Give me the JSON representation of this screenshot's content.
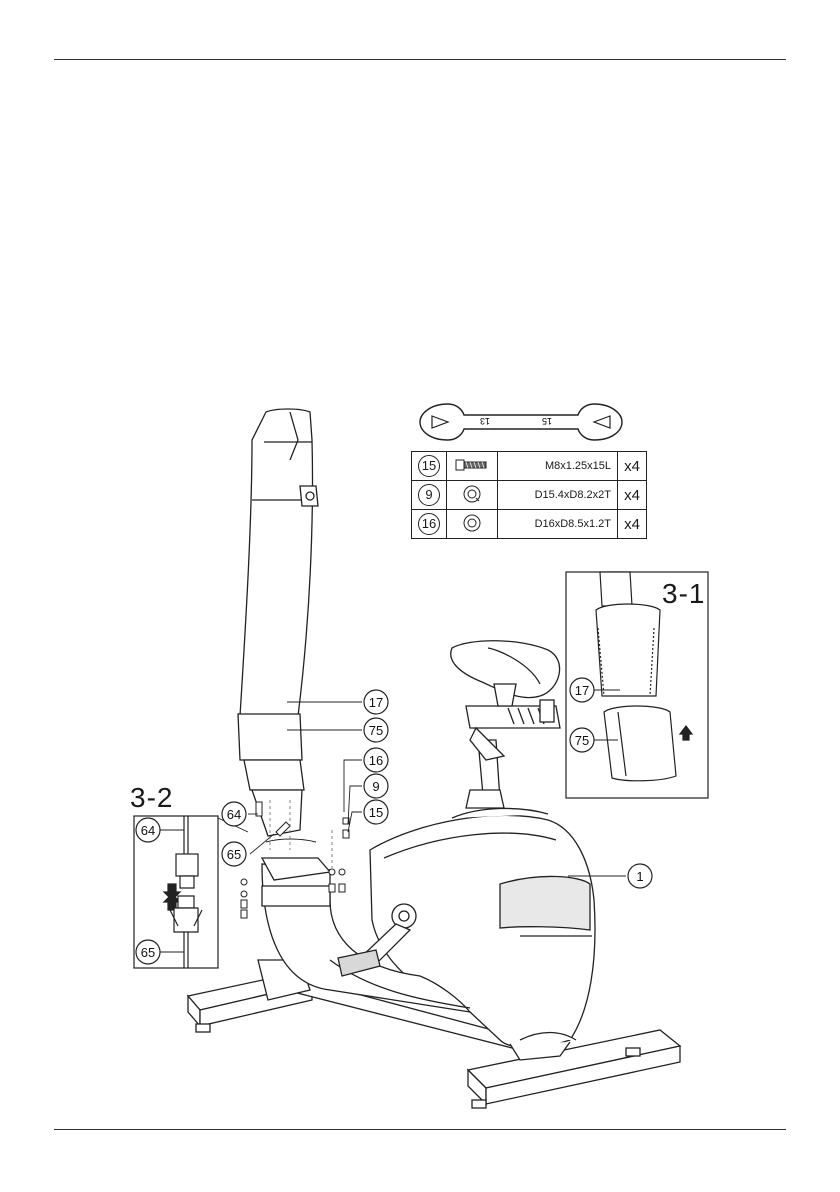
{
  "tools": {
    "wrench_left": "13",
    "wrench_right": "15"
  },
  "parts_table": [
    {
      "num": "15",
      "spec": "M8x1.25x15L",
      "qty": "x4",
      "icon": "bolt-icon"
    },
    {
      "num": "9",
      "spec": "D15.4xD8.2x2T",
      "qty": "x4",
      "icon": "curved-washer-icon"
    },
    {
      "num": "16",
      "spec": "D16xD8.5x1.2T",
      "qty": "x4",
      "icon": "flat-washer-icon"
    }
  ],
  "detail_3_1": {
    "title": "3-1",
    "labels": [
      "17",
      "75"
    ]
  },
  "detail_3_2": {
    "title": "3-2",
    "labels": [
      "64",
      "65"
    ]
  },
  "main_labels": {
    "l17": "17",
    "l75": "75",
    "l16": "16",
    "l9": "9",
    "l15": "15",
    "l64": "64",
    "l65": "65",
    "l1": "1"
  }
}
